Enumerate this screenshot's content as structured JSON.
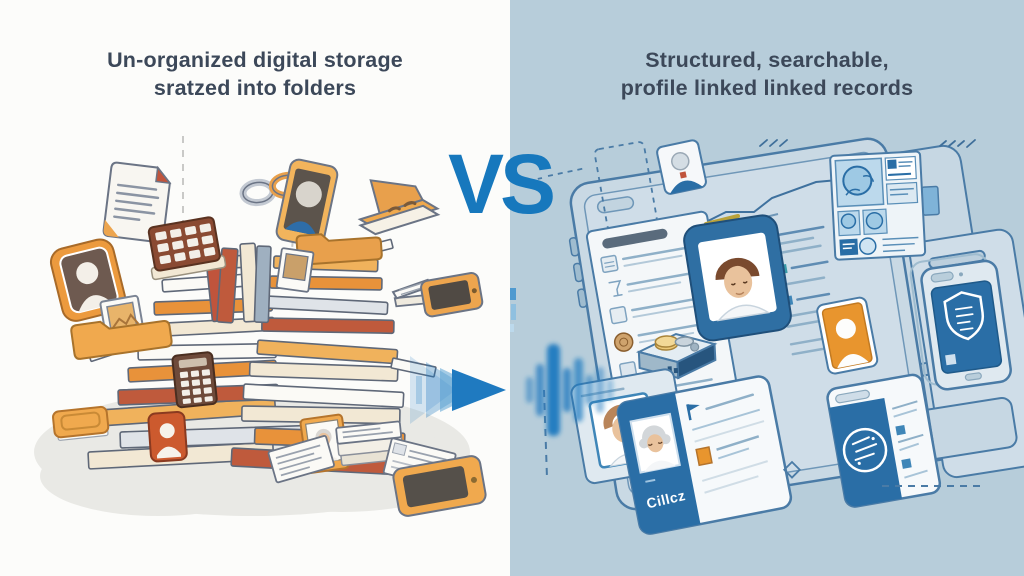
{
  "left": {
    "title_line1": "Un-organized digital storage",
    "title_line2": "sratzed into folders"
  },
  "center": {
    "vs_label": "VS"
  },
  "right": {
    "title_line1": "Structured, searchable,",
    "title_line2": "profile linked linked records",
    "profile_card_label": "Cillcz"
  },
  "colors": {
    "left_bg": "#fcfcfa",
    "right_bg": "#b7cdda",
    "title_text": "#3c4859",
    "vs_blue": "#1778bd",
    "arrow_blue": "#1f7ac0",
    "lineart_blue": "#4a7ba6",
    "card_blue": "#2a6ea6",
    "illustration_orange": "#e8923a",
    "illustration_amber": "#f0a94e",
    "illustration_rust": "#bf5a3c",
    "illustration_cream": "#f2e8d4"
  },
  "icons": {
    "left": [
      "document-icon",
      "photo-frame-icon",
      "polaroid-icon",
      "tape-rings-icon",
      "portrait-card-icon",
      "open-folder-icon",
      "open-book-icon",
      "tablet-icon",
      "calculator-icon",
      "keypad-phone-icon",
      "person-badge-icon",
      "elderly-photo-icon",
      "paper-stack",
      "paper-sheet",
      "folder-icon",
      "small-notebook-icon",
      "arrow-right-icon"
    ],
    "right": [
      "contact-card-icon",
      "faces-grid-panel",
      "document-list-panel",
      "coffee-stain-icon",
      "profile-card",
      "record-thumbnail-panel",
      "elder-profile-card",
      "flag-icon",
      "orange-portrait-card",
      "shield-icon",
      "globe-icon",
      "coins-box",
      "soundwave-graphic",
      "dashed-connectors"
    ]
  }
}
